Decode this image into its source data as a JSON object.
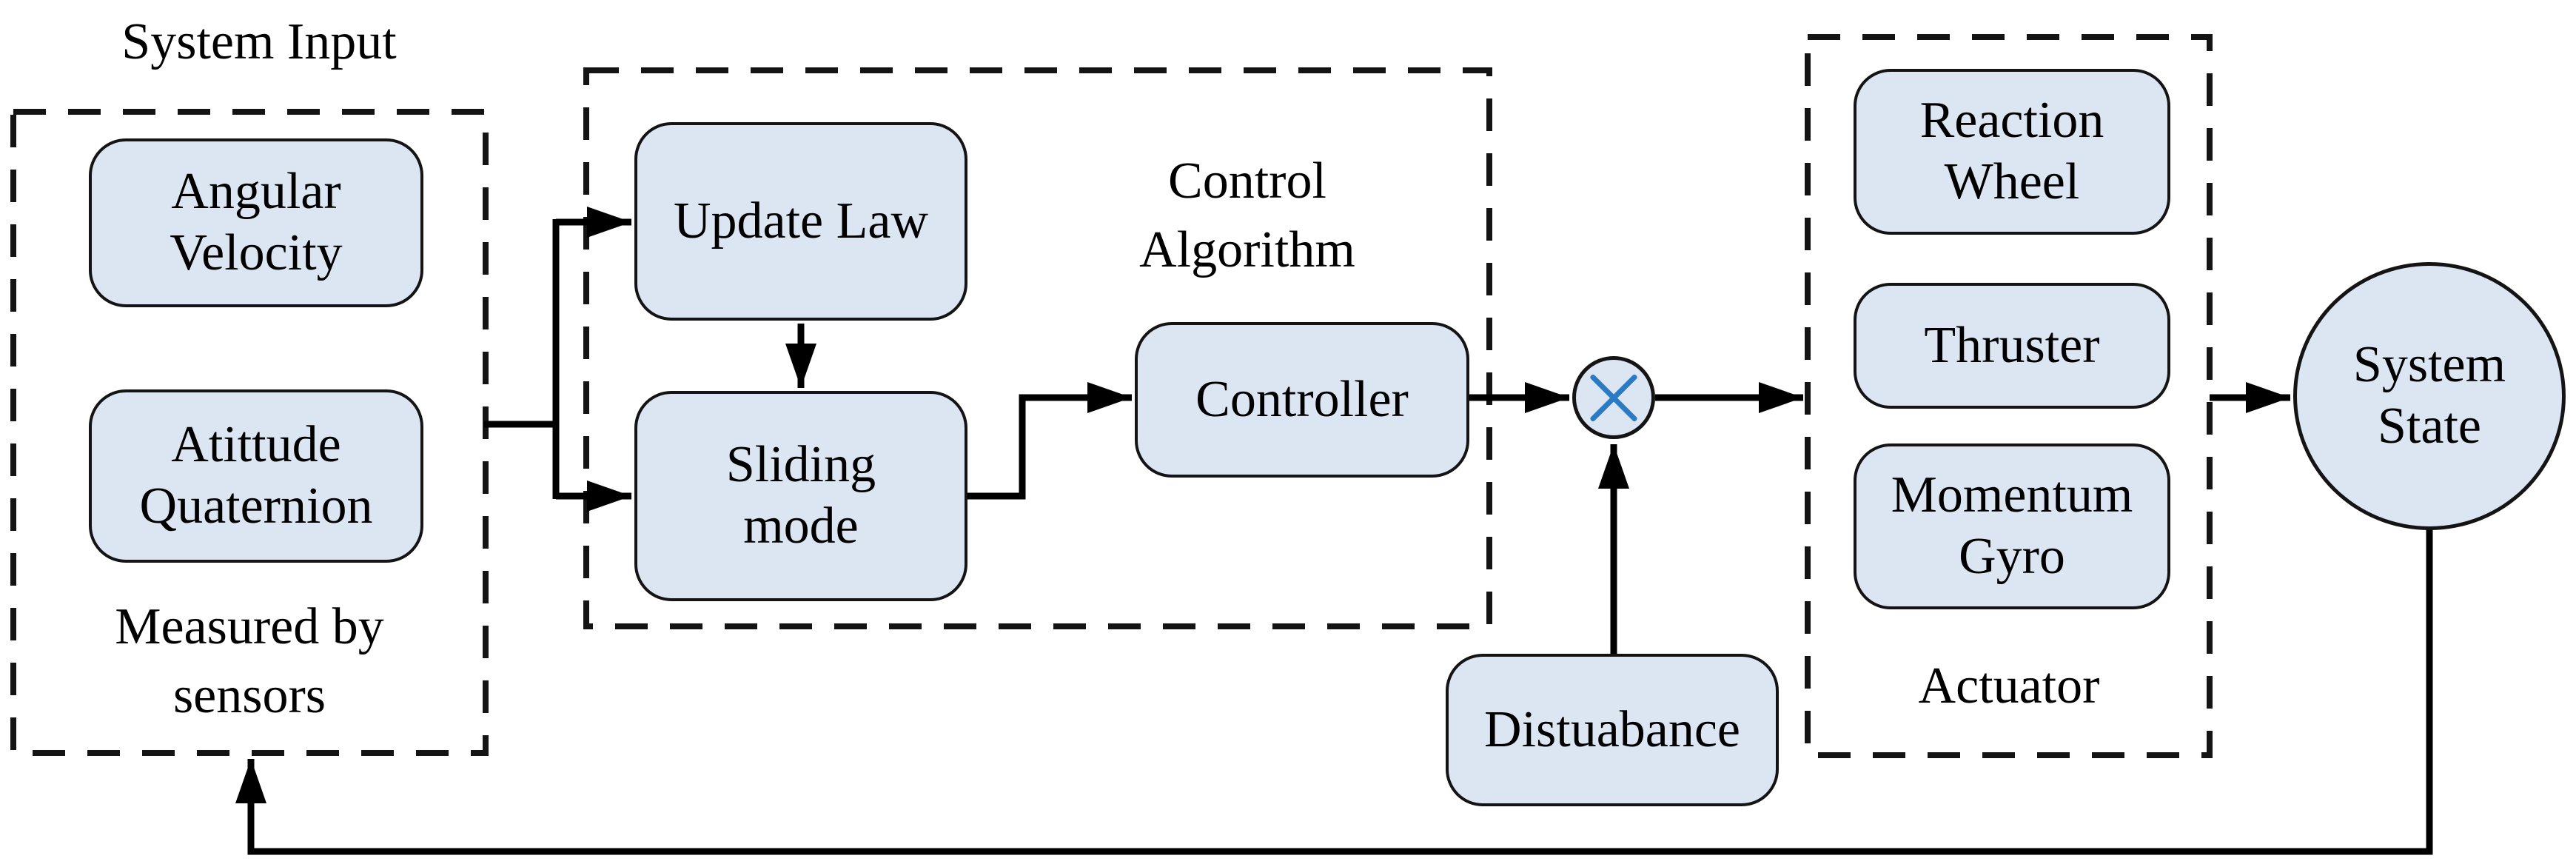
{
  "diagram": {
    "groups": {
      "system_input": {
        "title": "System Input",
        "note": "Measured by\nsensors"
      },
      "control_algorithm": {
        "title": "Control\nAlgorithm"
      },
      "actuator": {
        "title": "Actuator"
      }
    },
    "blocks": {
      "angular_velocity": "Angular\nVelocity",
      "attitude_quaternion": "Atittude\nQuaternion",
      "update_law": "Update Law",
      "sliding_mode": "Sliding\nmode",
      "controller": "Controller",
      "disturbance": "Distuabance",
      "reaction_wheel": "Reaction\nWheel",
      "thruster": "Thruster",
      "momentum_gyro": "Momentum\nGyro",
      "system_state": "System\nState"
    },
    "icons": {
      "multiply_junction": "circle-with-diagonal-cross"
    }
  },
  "colors": {
    "box_fill": "#dce6f3",
    "stroke": "#141414",
    "wire": "#000000",
    "cross": "#2b7ac2",
    "bg": "#ffffff"
  }
}
